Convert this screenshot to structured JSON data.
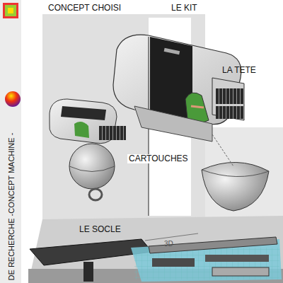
{
  "diagram": {
    "title": "CONCEPT CHOISI",
    "labels": [
      "LE KIT",
      "LA TETE",
      "CARTOUCHES",
      "LE SOCLE",
      "3D",
      "DE RECHERCHE -CONCEPT MACHINE -"
    ]
  }
}
